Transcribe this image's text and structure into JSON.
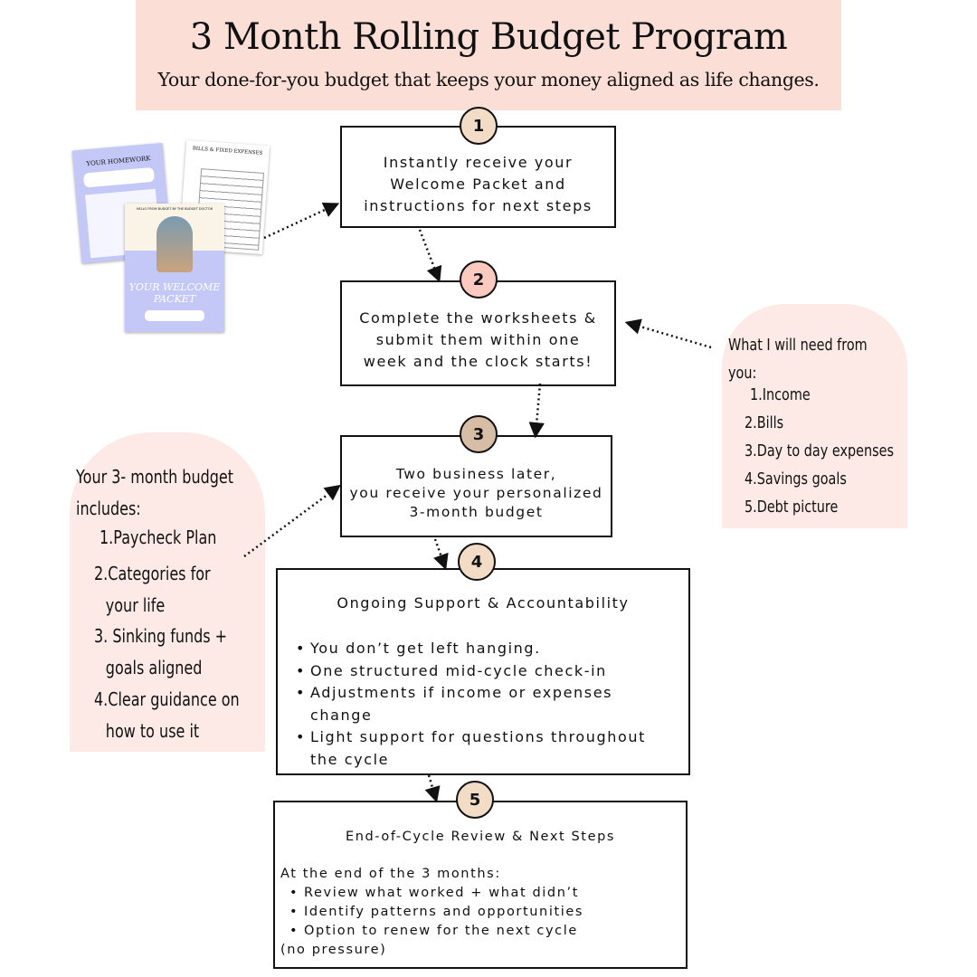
{
  "header": {
    "title": "3 Month Rolling Budget Program",
    "subtitle": "Your done-for-you budget that keeps your money aligned as life changes."
  },
  "steps": [
    {
      "number": "1",
      "lines": [
        "Instantly receive your",
        "Welcome Packet and",
        "instructions for next steps"
      ]
    },
    {
      "number": "2",
      "lines": [
        "Complete the worksheets &",
        "submit them within one",
        "week and the clock starts!"
      ]
    },
    {
      "number": "3",
      "lines": [
        "Two business later,",
        "you receive your personalized",
        "3-month budget"
      ]
    },
    {
      "number": "4",
      "title": "Ongoing Support & Accountability",
      "bullets": [
        "You don’t get left hanging.",
        "One structured mid-cycle check-in",
        "Adjustments if income or expenses change",
        "Light support for questions throughout the cycle"
      ]
    },
    {
      "number": "5",
      "title": "End-of-Cycle Review & Next Steps",
      "intro": "At the end of the 3 months:",
      "bullets": [
        "Review what worked + what didn’t",
        "Identify patterns and opportunities",
        "Option to renew for the next cycle"
      ],
      "outro": "(no pressure)"
    }
  ],
  "needs_note": {
    "heading": "What I will need from you:",
    "items": [
      "1.Income",
      "2.Bills",
      "3.Day to day expenses",
      "4.Savings goals",
      "5.Debt picture"
    ]
  },
  "includes_note": {
    "heading": "Your 3- month budget includes:",
    "items": [
      "1.Paycheck Plan",
      "2.Categories for your life",
      "3. Sinking funds + goals aligned",
      "4.Clear guidance on how to use it"
    ]
  },
  "packet_images": {
    "homework_title": "YOUR HOMEWORK",
    "bills_title": "BILLS & FIXED EXPENSES",
    "welcome_small": "HELLO FROM BUDGET BY THE BUDGET DOCTOR",
    "welcome_title": "YOUR WELCOME PACKET"
  },
  "colors": {
    "header_bg": "#fbded6",
    "note_bg": "#fde9e5",
    "badge_beige": "#f3dcc6",
    "badge_pink": "#fbc9c0",
    "badge_taupe": "#d7bda6",
    "packet_lavender": "#c3c8f6"
  }
}
